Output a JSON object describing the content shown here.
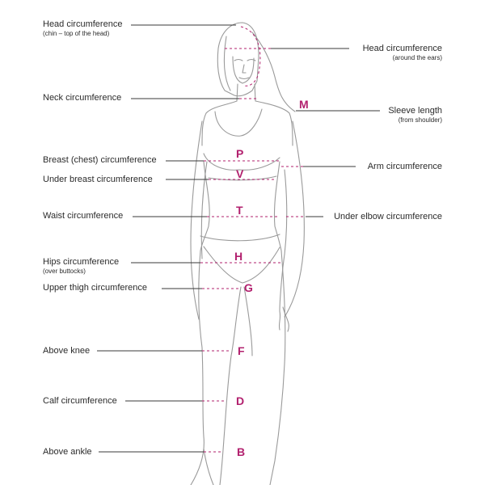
{
  "colors": {
    "accent": "#b2206e",
    "outline": "#9a9a9a",
    "leader": "#3a3a3a",
    "text": "#2b2b2b"
  },
  "labels": {
    "head_chin": {
      "main": "Head circumference",
      "sub": "(chin – top of the head)"
    },
    "head_ears": {
      "main": "Head circumference",
      "sub": "(around the ears)"
    },
    "neck": {
      "main": "Neck circumference"
    },
    "sleeve": {
      "main": "Sleeve length",
      "sub": "(from shoulder)"
    },
    "breast": {
      "main": "Breast (chest) circumference"
    },
    "arm": {
      "main": "Arm circumference"
    },
    "under_breast": {
      "main": "Under breast circumference"
    },
    "waist": {
      "main": "Waist circumference"
    },
    "under_elbow": {
      "main": "Under elbow circumference"
    },
    "hips": {
      "main": "Hips circumference",
      "sub": "(over buttocks)"
    },
    "upper_thigh": {
      "main": "Upper thigh circumference"
    },
    "above_knee": {
      "main": "Above knee"
    },
    "calf": {
      "main": "Calf circumference"
    },
    "above_ankle": {
      "main": "Above ankle"
    }
  },
  "letters": {
    "M": "M",
    "P": "P",
    "V": "V",
    "T": "T",
    "H": "H",
    "G": "G",
    "F": "F",
    "D": "D",
    "B": "B"
  }
}
